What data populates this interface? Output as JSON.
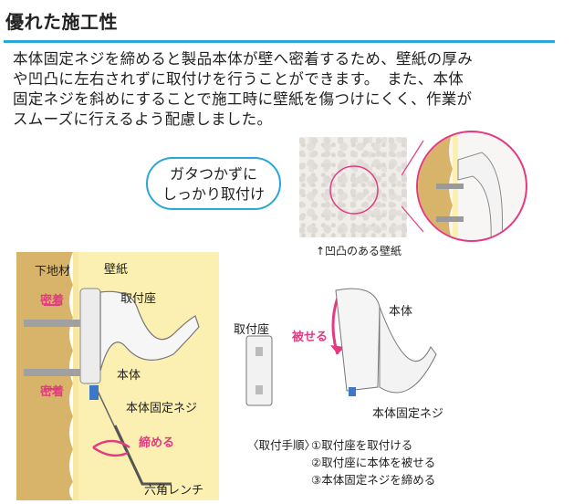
{
  "title": "優れた施工性",
  "description": [
    "本体固定ネジを締めると製品本体が壁へ密着するため、壁紙の厚み",
    "や凹凸に左右されずに取付けを行うことができます。　また、本体",
    "固定ネジを斜めにすることで施工時に壁紙を傷つけにくく、作業が",
    "スムーズに行えるよう配慮しました。"
  ],
  "bubble": {
    "line1": "ガタつかずに",
    "line2": "しっかり取付け"
  },
  "photo_caption": "↑凹凸のある壁紙",
  "main_figure": {
    "underlay_label": "下地材",
    "wallpaper_label": "壁紙",
    "seat_label": "取付座",
    "body_label": "本体",
    "adhere_top": "密着",
    "adhere_bottom": "密着",
    "screw_label": "本体固定ネジ",
    "tighten_label": "締める",
    "wrench_label": "六角レンチ"
  },
  "right_figure": {
    "seat_label": "取付座",
    "cover_label": "被せる",
    "body_label": "本体",
    "screw_label": "本体固定ネジ"
  },
  "steps": {
    "heading": "〈取付手順〉",
    "items": [
      "①取付座を取付ける",
      "②取付座に本体を被せる",
      "③本体固定ネジを締める"
    ]
  },
  "colors": {
    "accent_blue": "#2aa7d6",
    "accent_pink": "#e33a82",
    "wall_yellow": "#fbefb1"
  }
}
